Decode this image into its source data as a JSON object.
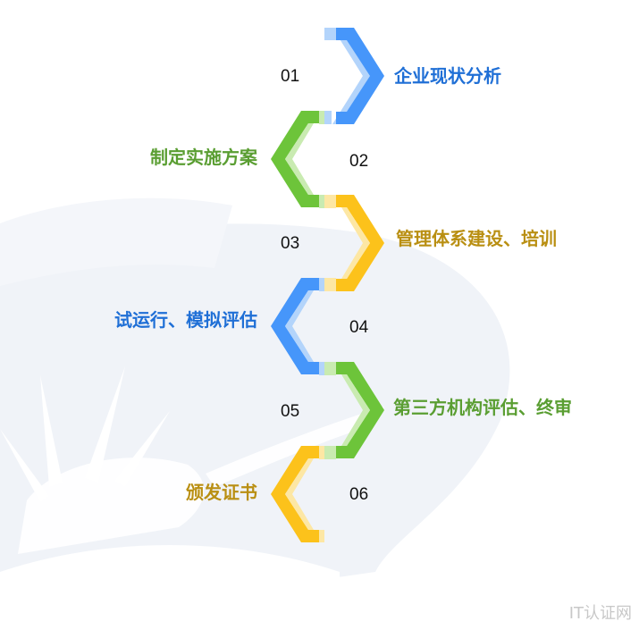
{
  "colors": {
    "blue": "#4696fa",
    "blue_light": "#b3d4fb",
    "blue_text": "#1f6fd6",
    "green": "#6dc43a",
    "green_light": "#c9ebb1",
    "green_text": "#5a9e32",
    "yellow": "#fcc21b",
    "yellow_light": "#fde7a4",
    "yellow_text": "#b98f12",
    "background_shape": "#eef2f7",
    "watermark": "#c8c8c8"
  },
  "steps": [
    {
      "number": "01",
      "label": "企业现状分析",
      "color": "blue",
      "side": "right"
    },
    {
      "number": "02",
      "label": "制定实施方案",
      "color": "green",
      "side": "left"
    },
    {
      "number": "03",
      "label": "管理体系建设、培训",
      "color": "yellow",
      "side": "right"
    },
    {
      "number": "04",
      "label": "试运行、模拟评估",
      "color": "blue",
      "side": "left"
    },
    {
      "number": "05",
      "label": "第三方机构评估、终审",
      "color": "green",
      "side": "right"
    },
    {
      "number": "06",
      "label": "颁发证书",
      "color": "yellow",
      "side": "left"
    }
  ],
  "watermark": "IT认证网"
}
